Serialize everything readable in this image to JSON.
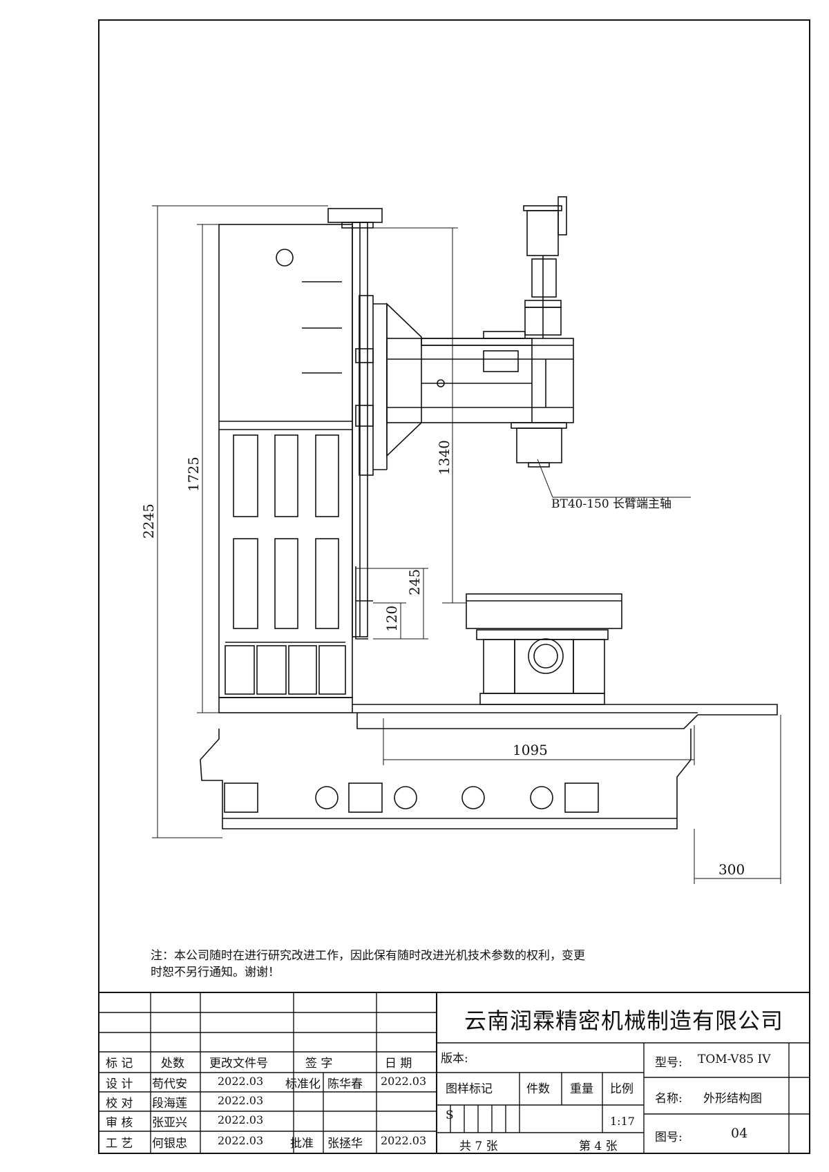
{
  "dimensions": {
    "overall_height": "2245",
    "column_height": "1725",
    "spindle_travel": "1340",
    "table_gap": "245",
    "table_offset": "120",
    "bed_length": "1095",
    "overhang": "300"
  },
  "callouts": {
    "spindle_label": "BT40-150 长臂端主轴"
  },
  "note": {
    "line1": "注：本公司随时在进行研究改进工作，因此保有随时改进光机技术参数的权利，变更",
    "line2": "时恕不另行通知。谢谢！"
  },
  "title_block": {
    "company": "云南润霖精密机械制造有限公司",
    "headers": {
      "mark": "标 记",
      "count": "处数",
      "change_doc": "更改文件号",
      "signature": "签 字",
      "date": "日 期"
    },
    "roles": {
      "design": "设 计",
      "check": "校 对",
      "review": "审 核",
      "process": "工 艺",
      "standard": "标准化",
      "approve": "批准"
    },
    "people": {
      "design": "苟代安",
      "check": "段海莲",
      "review": "张亚兴",
      "process": "何银忠",
      "standard": "陈华春",
      "approve": "张拯华"
    },
    "dates": {
      "design": "2022.03",
      "check": "2022.03",
      "review": "2022.03",
      "process": "2022.03",
      "standard": "2022.03",
      "approve": "2022.03"
    },
    "version_label": "版本:",
    "drawing_mark_label": "图样标记",
    "quantity_label": "件数",
    "weight_label": "重量",
    "scale_label": "比例",
    "mark_value": "S",
    "scale_value": "1:17",
    "total_sheets": "共 7 张",
    "sheet_number": "第 4 张",
    "model_label": "型号:",
    "model_value": "TOM-V85 IV",
    "name_label": "名称:",
    "name_value": "外形结构图",
    "drawing_no_label": "图号:",
    "drawing_no_value": "04"
  }
}
